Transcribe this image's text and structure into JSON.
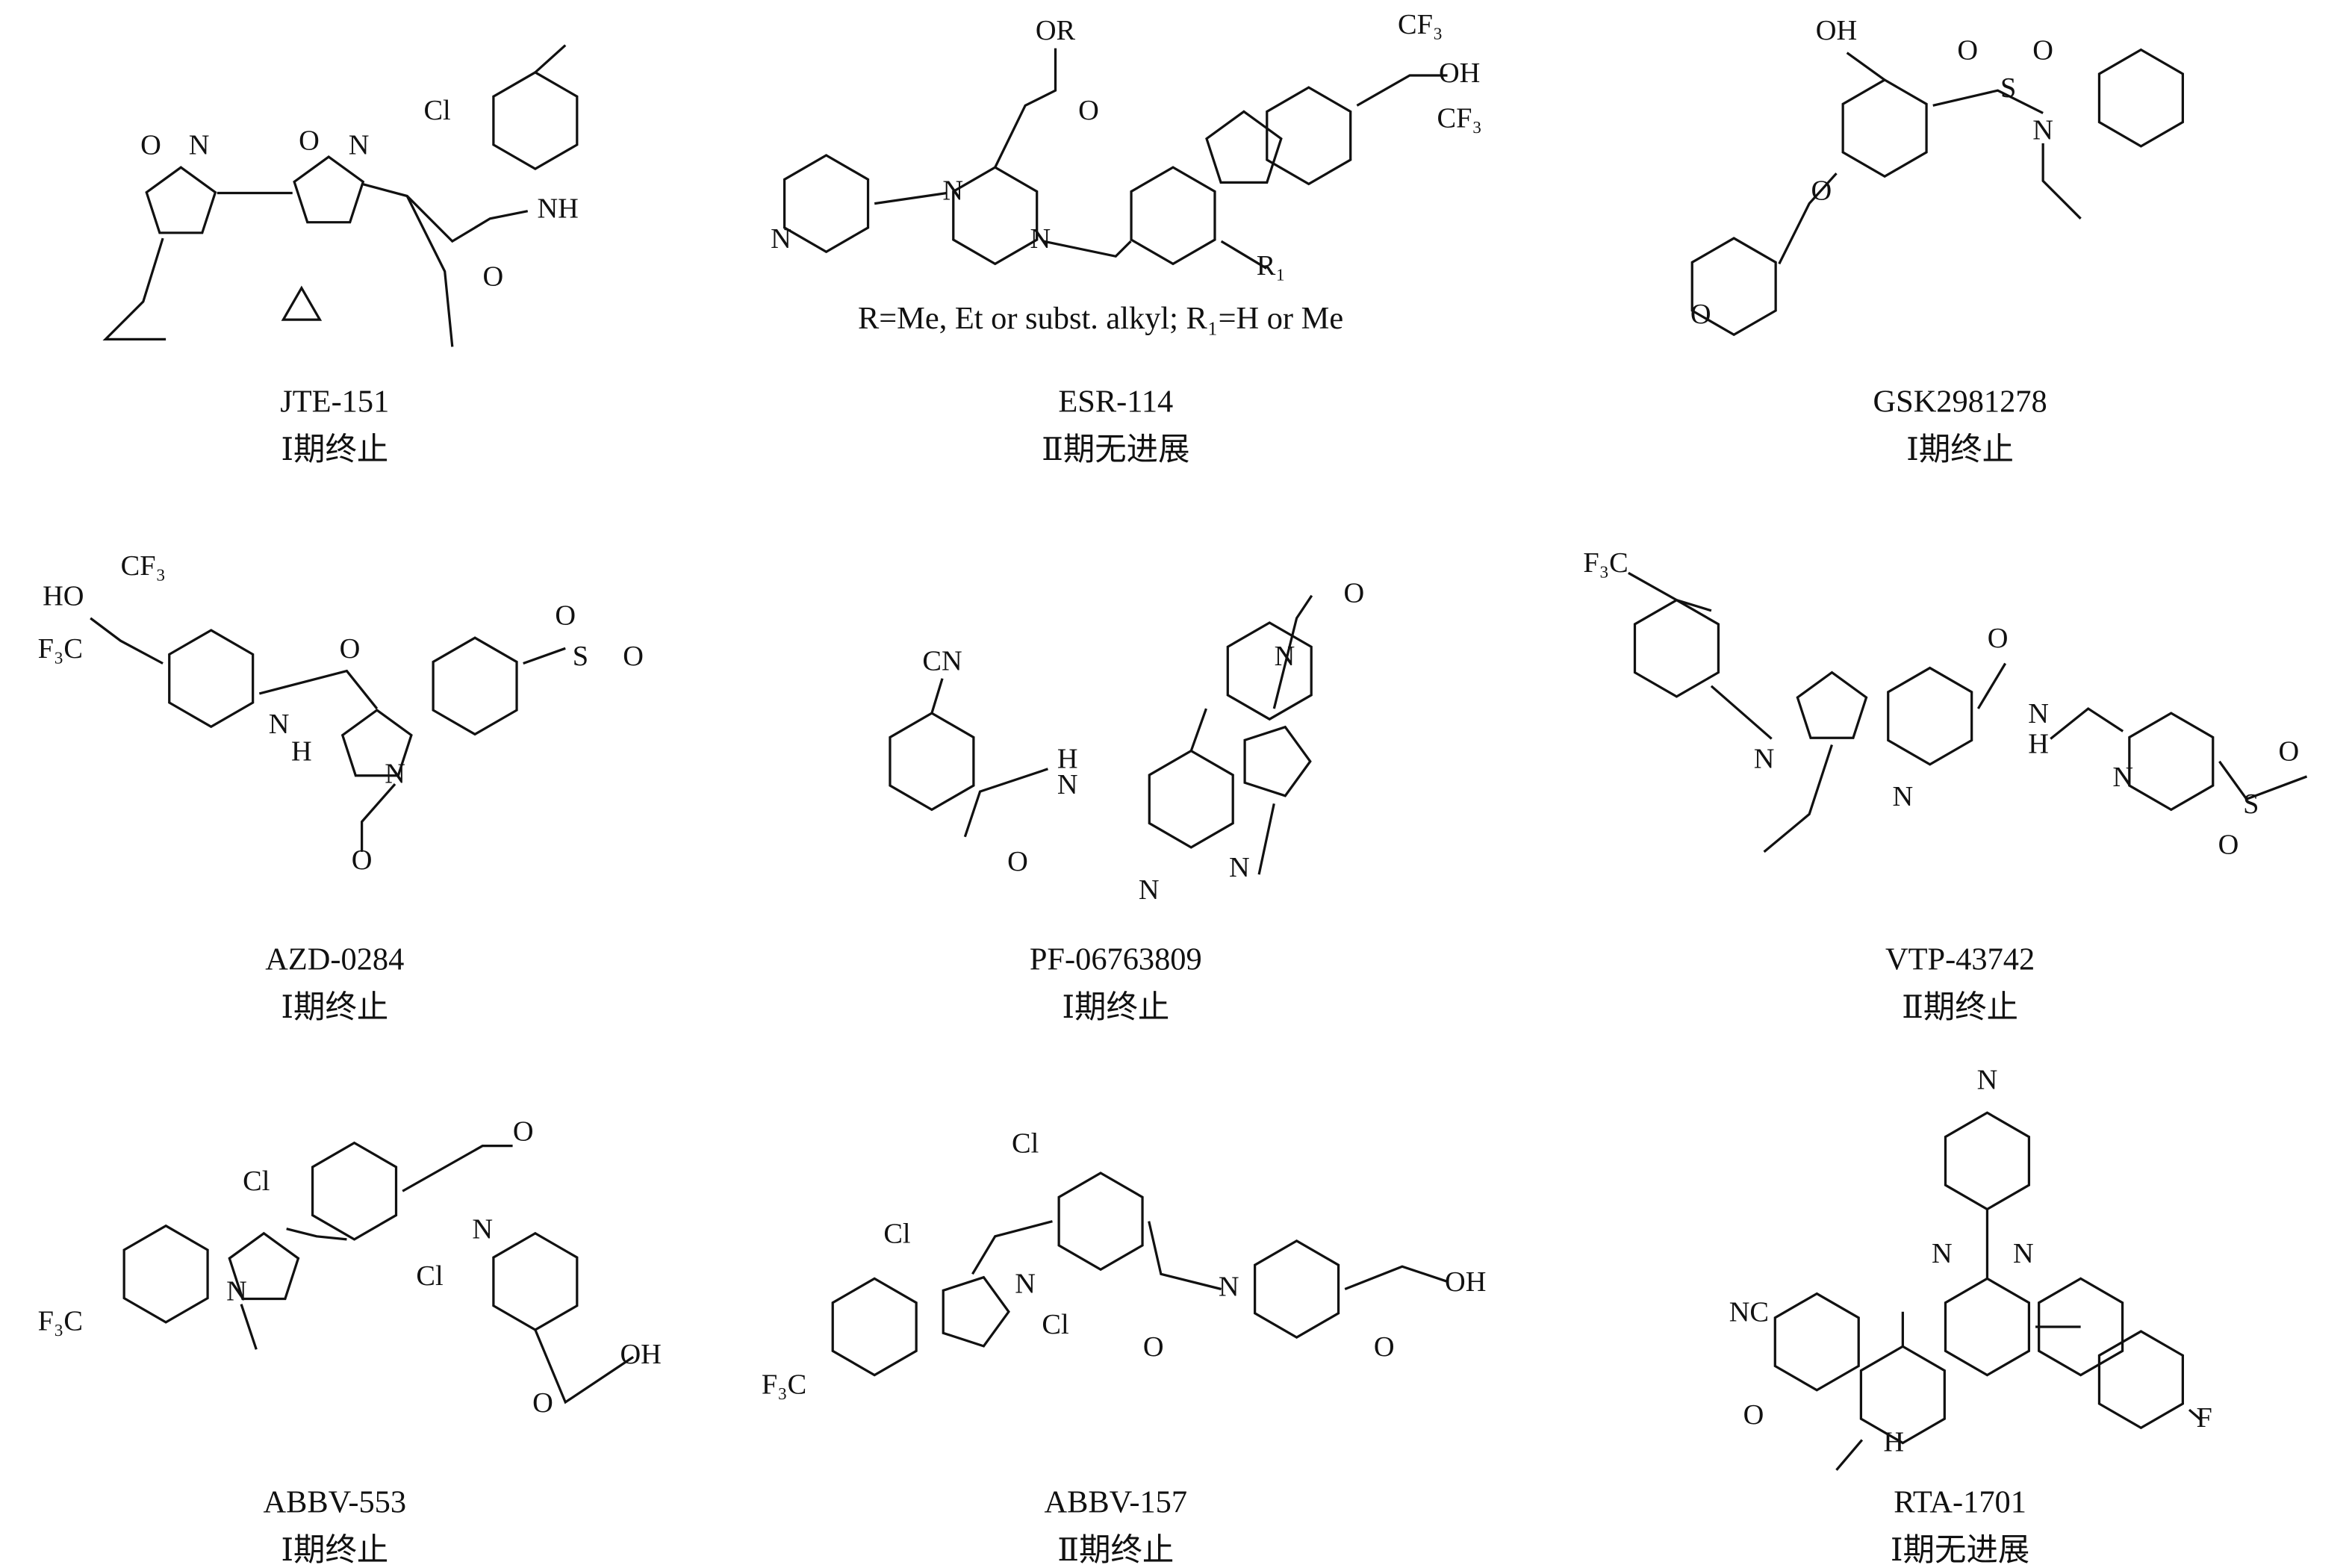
{
  "compounds": [
    {
      "name": "JTE-151",
      "phase": "Ⅰ期终止",
      "atoms": [
        "O",
        "N",
        "O",
        "N",
        "Cl",
        "NH",
        "O"
      ]
    },
    {
      "name": "ESR-114",
      "phase": "Ⅱ期无进展",
      "atoms": [
        "OR",
        "O",
        "N",
        "N",
        "N",
        "CF₃",
        "OH",
        "CF₃",
        "R₁"
      ],
      "note": "R=Me, Et or subst. alkyl; R₁=H or Me"
    },
    {
      "name": "GSK2981278",
      "phase": "Ⅰ期终止",
      "atoms": [
        "OH",
        "O",
        "S",
        "O",
        "N",
        "O",
        "O"
      ]
    },
    {
      "name": "AZD-0284",
      "phase": "Ⅰ期终止",
      "atoms": [
        "HO",
        "CF₃",
        "F₃C",
        "O",
        "N",
        "H",
        "N",
        "O",
        "S",
        "O",
        "O"
      ]
    },
    {
      "name": "PF-06763809",
      "phase": "Ⅰ期终止",
      "atoms": [
        "O",
        "N",
        "CN",
        "H",
        "N",
        "O",
        "N",
        "N"
      ]
    },
    {
      "name": "VTP-43742",
      "phase": "Ⅱ期终止",
      "atoms": [
        "F₃C",
        "N",
        "O",
        "N",
        "H",
        "N",
        "N",
        "S",
        "O",
        "O"
      ]
    },
    {
      "name": "ABBV-553",
      "phase": "Ⅰ期终止",
      "atoms": [
        "Cl",
        "Cl",
        "O",
        "N",
        "F₃C",
        "N",
        "O",
        "OH"
      ]
    },
    {
      "name": "ABBV-157",
      "phase": "Ⅱ期终止",
      "atoms": [
        "Cl",
        "Cl",
        "Cl",
        "N",
        "F₃C",
        "O",
        "N",
        "OH",
        "O"
      ]
    },
    {
      "name": "RTA-1701",
      "phase": "Ⅰ期无进展",
      "atoms": [
        "N",
        "N",
        "N",
        "NC",
        "O",
        "H",
        "F"
      ]
    }
  ]
}
